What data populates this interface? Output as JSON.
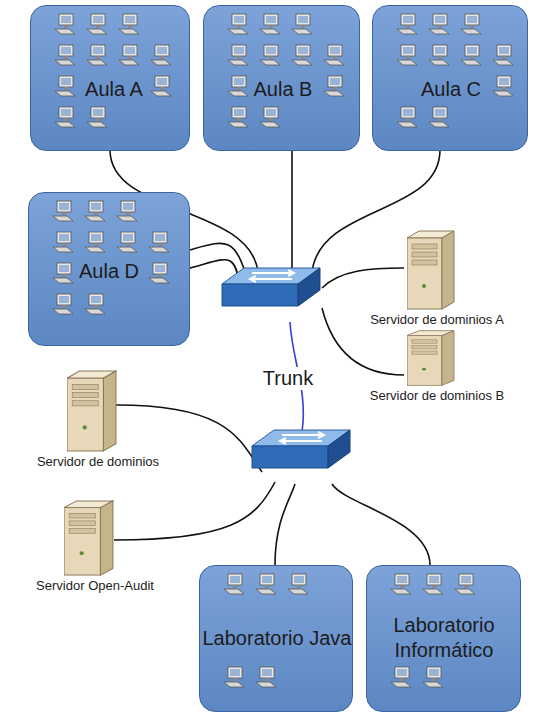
{
  "diagram": {
    "nodes": [
      {
        "text": [
          "Aula A"
        ]
      },
      {
        "text": [
          "Aula B"
        ]
      },
      {
        "text": [
          "Aula C"
        ]
      },
      {
        "text": [
          "Aula D"
        ]
      },
      {
        "text": [
          "Servidor de dominios A"
        ]
      },
      {
        "text": [
          "Servidor de dominios B"
        ]
      },
      {
        "text": [
          "Servidor de dominios"
        ]
      },
      {
        "text": [
          "Servidor Open-Audit"
        ]
      },
      {
        "text": [
          "Laboratorio Java"
        ]
      },
      {
        "text": [
          "Laboratorio Informático"
        ]
      }
    ],
    "labels": [
      "Trunk"
    ]
  }
}
